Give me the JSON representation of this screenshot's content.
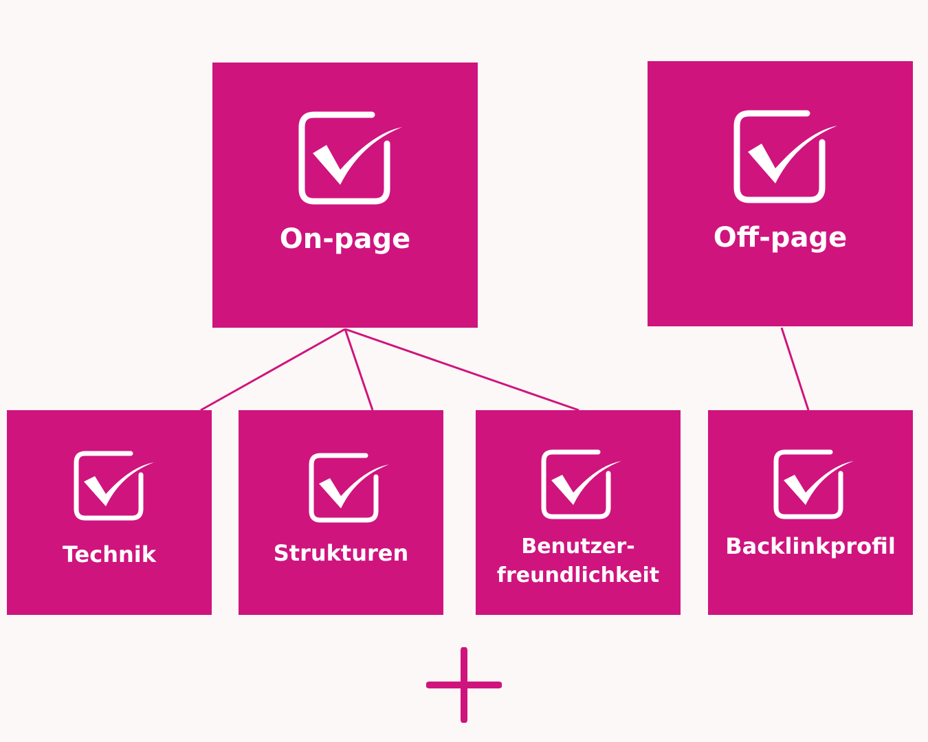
{
  "colors": {
    "background": "#fcf8f7",
    "box": "#cf147e",
    "text": "#ffffff",
    "line": "#cf147e"
  },
  "boxes": {
    "onpage": {
      "label": "On-page",
      "icon": "checkbox-checked-icon"
    },
    "offpage": {
      "label": "Off-page",
      "icon": "checkbox-checked-icon"
    },
    "technik": {
      "label": "Technik",
      "icon": "checkbox-checked-icon"
    },
    "strukturen": {
      "label": "Strukturen",
      "icon": "checkbox-checked-icon"
    },
    "benutzer": {
      "label_line1": "Benutzer-",
      "label_line2": "freundlichkeit",
      "icon": "checkbox-checked-icon"
    },
    "backlink": {
      "label": "Backlinkprofil",
      "icon": "checkbox-checked-icon"
    }
  },
  "footer": {
    "icon": "plus-icon"
  }
}
